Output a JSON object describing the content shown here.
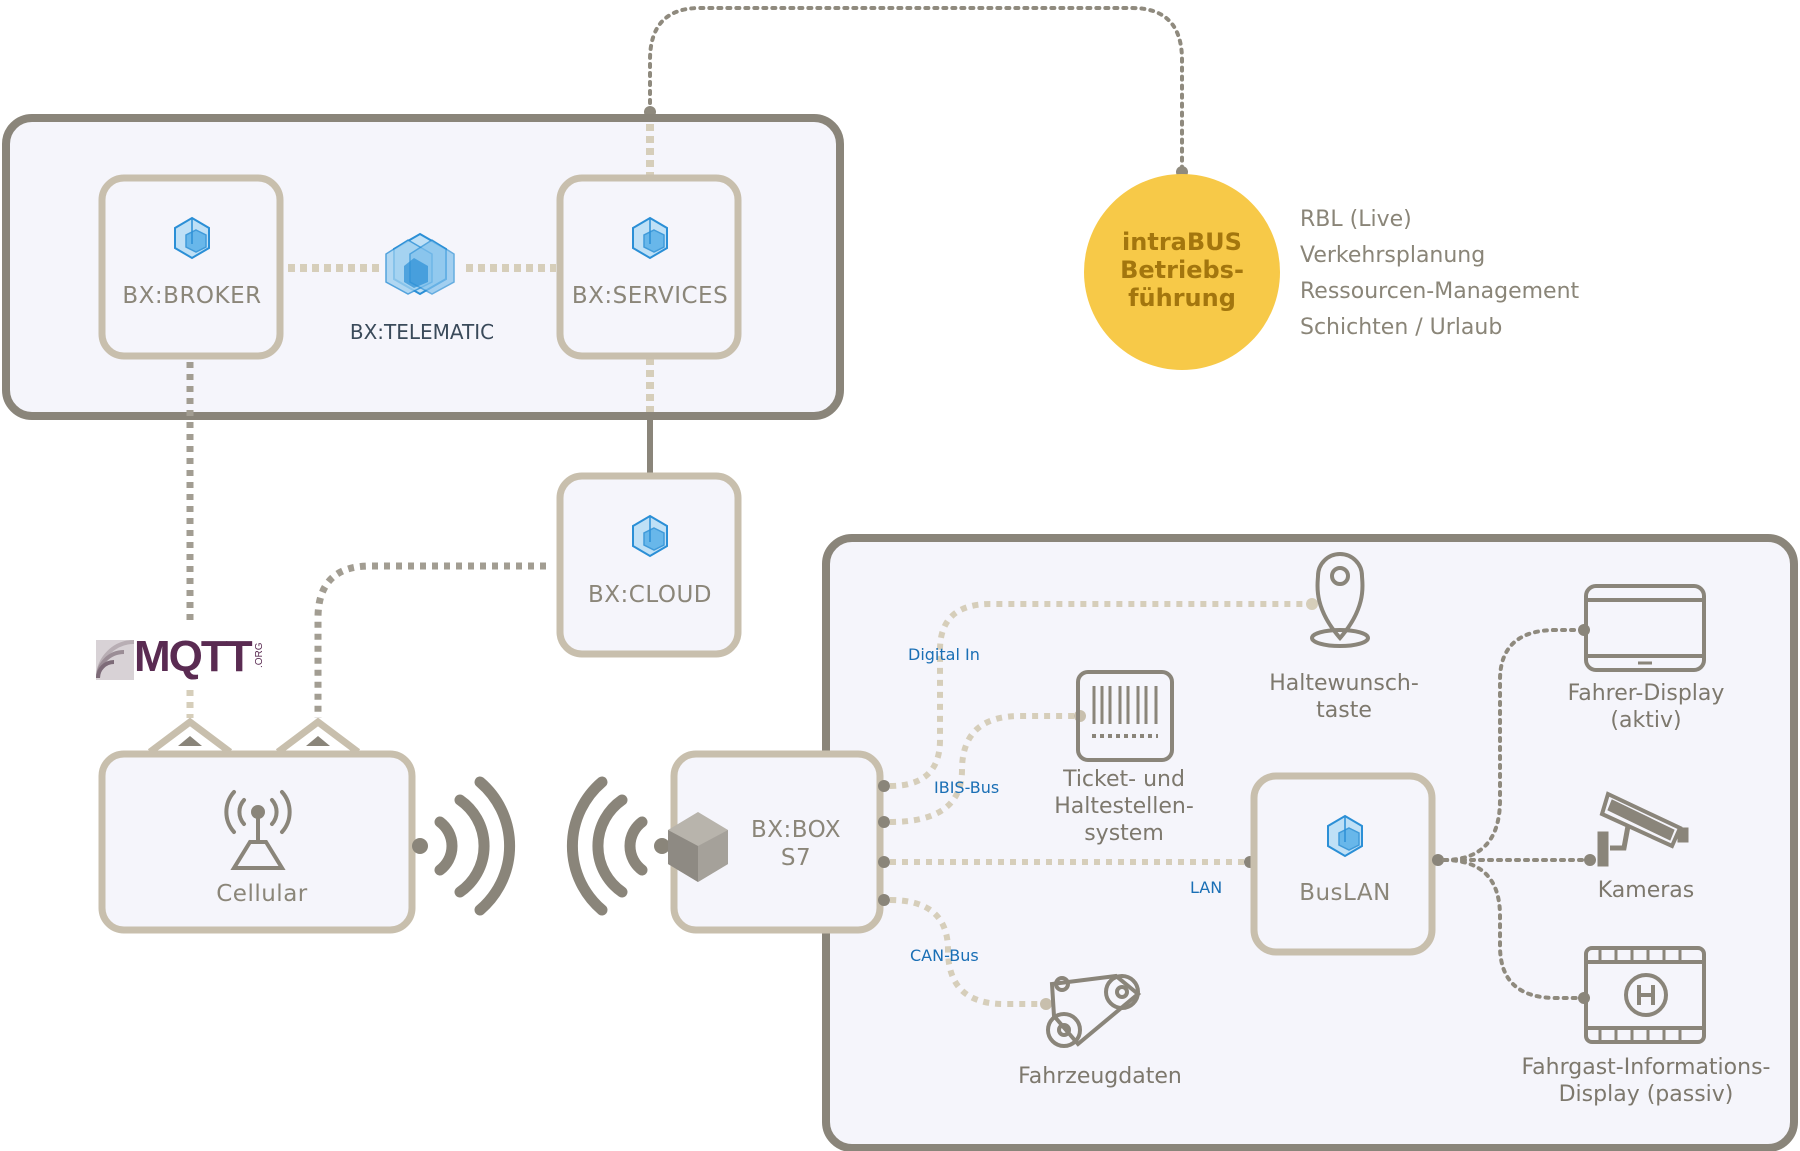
{
  "nodes": {
    "broker": "BX:BROKER",
    "telematic": "BX:TELEMATIC",
    "services": "BX:SERVICES",
    "cloud": "BX:CLOUD",
    "cellular": "Cellular",
    "box_line1": "BX:BOX",
    "box_line2": "S7",
    "buslan": "BusLAN"
  },
  "intrabus": {
    "line1": "intraBUS",
    "line2": "Betriebs-",
    "line3": "führung",
    "features": [
      "RBL (Live)",
      "Verkehrsplanung",
      "Ressourcen-Management",
      "Schichten / Urlaub"
    ]
  },
  "buses": {
    "digital_in": "Digital In",
    "ibis": "IBIS-Bus",
    "lan": "LAN",
    "can": "CAN-Bus"
  },
  "devices": {
    "haltewunsch_l1": "Haltewunsch-",
    "haltewunsch_l2": "taste",
    "ticket_l1": "Ticket- und",
    "ticket_l2": "Haltestellen-",
    "ticket_l3": "system",
    "fahrzeug": "Fahrzeugdaten",
    "fahrer_l1": "Fahrer-Display",
    "fahrer_l2": "(aktiv)",
    "kameras": "Kameras",
    "fgi_l1": "Fahrgast-Informations-",
    "fgi_l2": "Display (passiv)"
  },
  "logo": {
    "mqtt": "MQTT",
    "org": ".ORG"
  },
  "colors": {
    "frame": "#8a857a",
    "node_border": "#c8bfad",
    "panel_bg": "#f5f5fb",
    "accent_yellow": "#f7c948",
    "accent_text": "#a3760e",
    "icon_blue": "#2b8fd6",
    "bus_blue": "#1a6fb5",
    "mqtt_purple": "#5a2b52"
  }
}
